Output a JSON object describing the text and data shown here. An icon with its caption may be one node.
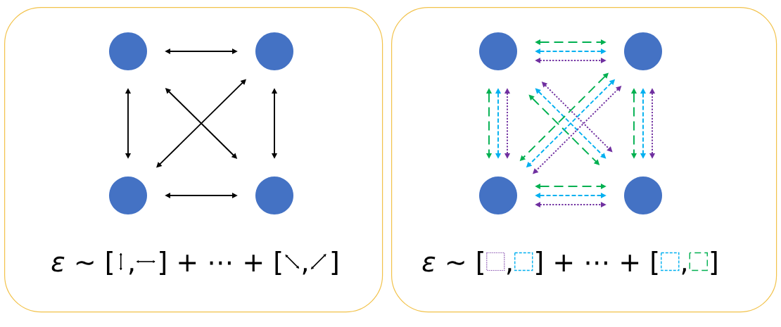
{
  "diagram": {
    "nodes": [
      {
        "text": [
          "*ε* ∼ [",
          ",",
          "] + ⋯ + [",
          ",",
          "]"
        ]
      },
      {
        "text": [],
        "shape": "circle",
        "in": 0
      },
      {
        "text": [],
        "shape": "circle",
        "in": 0
      },
      {
        "text": [],
        "shape": "circle",
        "in": 0
      },
      {
        "text": [],
        "shape": "circle",
        "in": 0
      },
      {
        "text": [
          "*ε* ∼ [",
          ",",
          "] + ⋯ + [",
          ",",
          "]"
        ]
      },
      {
        "text": [],
        "shape": "circle",
        "in": 5
      },
      {
        "text": [],
        "shape": "circle",
        "in": 5
      },
      {
        "text": [],
        "shape": "circle",
        "in": 5
      },
      {
        "text": [],
        "shape": "circle",
        "in": 5
      }
    ],
    "edges": [
      {
        "from": 1,
        "to": 2,
        "arrow": "both"
      },
      {
        "from": 1,
        "to": 3,
        "arrow": "both"
      },
      {
        "from": 1,
        "to": 4,
        "arrow": "both"
      },
      {
        "from": 2,
        "to": 3,
        "arrow": "both"
      },
      {
        "from": 2,
        "to": 4,
        "arrow": "both"
      },
      {
        "from": 3,
        "to": 4,
        "arrow": "both"
      },
      {
        "from": 6,
        "to": 7,
        "arrow": "both",
        "style": "dashed",
        "color": "#00b050"
      },
      {
        "from": 6,
        "to": 7,
        "arrow": "both",
        "style": "dashed",
        "color": "#00b0f0"
      },
      {
        "from": 6,
        "to": 7,
        "arrow": "both",
        "style": "dashed",
        "color": "#7030a0"
      },
      {
        "from": 6,
        "to": 8,
        "arrow": "both",
        "style": "dashed",
        "color": "#00b050"
      },
      {
        "from": 6,
        "to": 8,
        "arrow": "both",
        "style": "dashed",
        "color": "#00b0f0"
      },
      {
        "from": 6,
        "to": 8,
        "arrow": "both",
        "style": "dashed",
        "color": "#7030a0"
      },
      {
        "from": 6,
        "to": 9,
        "arrow": "both",
        "style": "dashed",
        "color": "#00b050"
      },
      {
        "from": 6,
        "to": 9,
        "arrow": "both",
        "style": "dashed",
        "color": "#00b0f0"
      },
      {
        "from": 6,
        "to": 9,
        "arrow": "both",
        "style": "dashed",
        "color": "#7030a0"
      },
      {
        "from": 7,
        "to": 8,
        "arrow": "both",
        "style": "dashed",
        "color": "#00b050"
      },
      {
        "from": 7,
        "to": 8,
        "arrow": "both",
        "style": "dashed",
        "color": "#00b0f0"
      },
      {
        "from": 7,
        "to": 8,
        "arrow": "both",
        "style": "dashed",
        "color": "#7030a0"
      },
      {
        "from": 7,
        "to": 9,
        "arrow": "both",
        "style": "dashed",
        "color": "#00b050"
      },
      {
        "from": 7,
        "to": 9,
        "arrow": "both",
        "style": "dashed",
        "color": "#00b0f0"
      },
      {
        "from": 7,
        "to": 9,
        "arrow": "both",
        "style": "dashed",
        "color": "#7030a0"
      },
      {
        "from": 8,
        "to": 9,
        "arrow": "both",
        "style": "dashed",
        "color": "#00b050"
      },
      {
        "from": 8,
        "to": 9,
        "arrow": "both",
        "style": "dashed",
        "color": "#00b0f0"
      },
      {
        "from": 8,
        "to": 9,
        "arrow": "both",
        "style": "dashed",
        "color": "#7030a0"
      }
    ]
  }
}
